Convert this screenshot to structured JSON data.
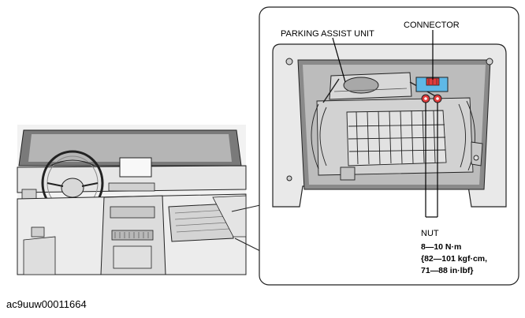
{
  "labels": {
    "parking_assist_unit": "PARKING ASSIST UNIT",
    "connector": "CONNECTOR",
    "nut": "NUT",
    "torque_line1": "8—10 N·m",
    "torque_line2": "{82—101 kgf·cm,",
    "torque_line3": "71—88 in·lbf}"
  },
  "figure_code": "ac9uuw00011664",
  "colors": {
    "connector_highlight": "#5fb8e6",
    "connector_plug": "#e23b3b",
    "nut_marker": "#e23b3b",
    "line_art": "#222222",
    "shading": "#bdbdbd"
  }
}
